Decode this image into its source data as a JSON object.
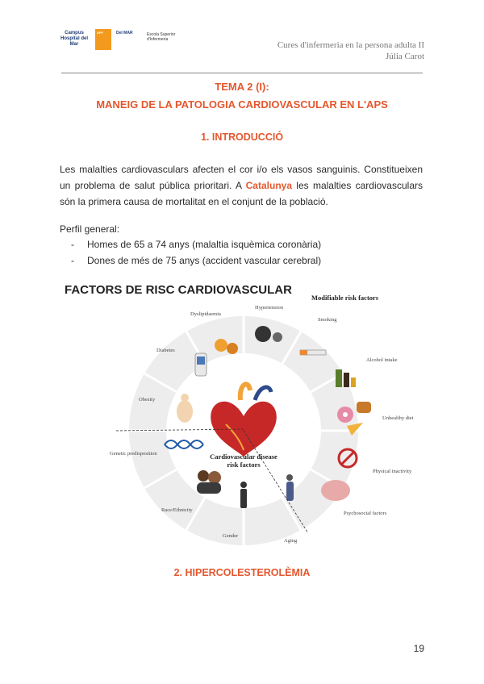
{
  "header": {
    "logos": {
      "campus": "Campus Hospital del Mar",
      "upf": "UPF",
      "mar": "Del MAR",
      "other": "Escola Superior d'Infermeria"
    },
    "course": "Cures d'infermeria en la persona adulta II",
    "author": "Júlia Carot"
  },
  "title": {
    "line1": "TEMA 2 (I):",
    "line2": "MANEIG DE LA PATOLOGIA CARDIOVASCULAR EN L'APS"
  },
  "section1": {
    "heading": "1. INTRODUCCIÓ",
    "para_before": "Les malalties cardiovasculars afecten el cor i/o els vasos sanguinis. Constitueixen un problema de salut pública prioritari. A ",
    "highlight": "Catalunya",
    "para_after": " les malalties cardiovasculars són la primera causa de mortalitat en el conjunt de la població.",
    "perfil_label": "Perfil general:",
    "list": [
      "Homes de 65 a 74 anys (malaltia isquèmica coronària)",
      "Dones de més de 75 anys (accident vascular cerebral)"
    ]
  },
  "figure": {
    "title": "FACTORS DE RISC CARDIOVASCULAR",
    "modifiable": "Modifiable risk factors",
    "center_line1": "Cardiovascular disease",
    "center_line2": "risk factors",
    "labels": {
      "hypertension": "Hypertension",
      "smoking": "Smoking",
      "alcohol": "Alcohol intake",
      "diet": "Unhealthy diet",
      "inactivity": "Physical inactivity",
      "psychosocial": "Psychosocial factors",
      "aging": "Aging",
      "gender": "Gender",
      "race": "Race/Ethnicity",
      "genetic": "Genetic predisposition",
      "obesity": "Obesity",
      "diabetes": "Diabetes",
      "dyslipidaemia": "Dyslipidaemia"
    },
    "colors": {
      "ring": "#e6e6e6",
      "heart_red": "#c62828",
      "heart_orange": "#f2a33a",
      "heart_blue": "#2e4a8b"
    }
  },
  "section2": {
    "heading": "2. HIPERCOLESTEROLÈMIA"
  },
  "page_number": "19"
}
